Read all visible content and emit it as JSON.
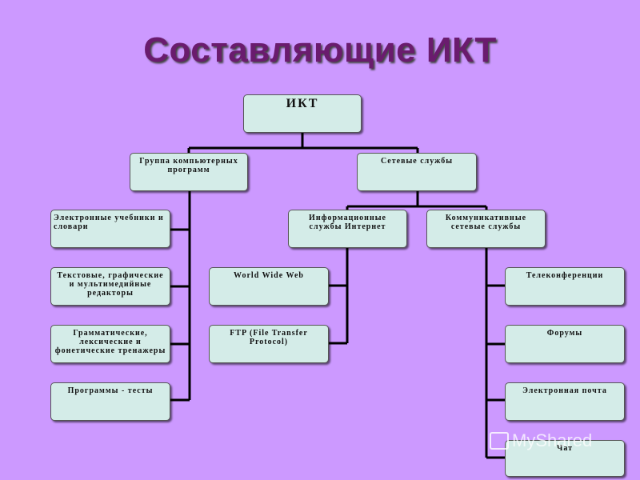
{
  "title": "Составляющие ИКТ",
  "colors": {
    "background": "#cc99ff",
    "box": "#d4ece8",
    "title": "#6a1b6e",
    "lines": "#000000"
  },
  "nodes": {
    "root": "ИКТ",
    "group_programs": "Группа компьютерных программ",
    "network_services": "Сетевые службы",
    "e_textbooks": "Электронные учебники и словари",
    "editors": "Текстовые, графические и мультимедийные редакторы",
    "trainers": "Грамматические, лексические и фонетические тренажеры",
    "test_programs": "Программы - тесты",
    "info_services": "Информационные службы Интернет",
    "comm_services": "Коммуникативные сетевые службы",
    "www": "World Wide Web",
    "ftp": "FTP (File Transfer Protocol)",
    "teleconf": "Телеконференции",
    "forums": "Форумы",
    "email": "Электронная почта",
    "chat": "Чат"
  },
  "watermark": {
    "icon": "presentation-icon",
    "text": "MyShared"
  }
}
